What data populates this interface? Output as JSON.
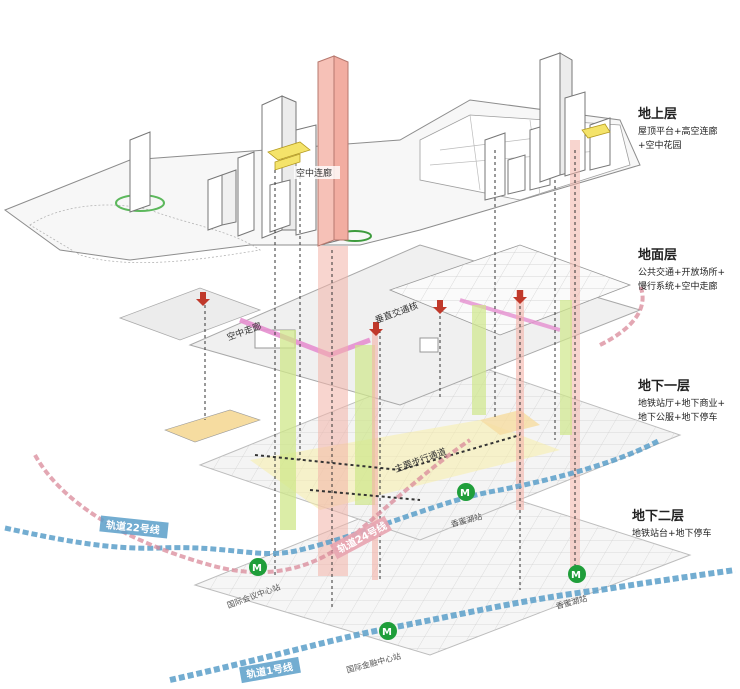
{
  "layers": [
    {
      "id": "above",
      "title": "地上层",
      "desc1": "屋顶平台+高空连廊",
      "desc2": "+空中花园"
    },
    {
      "id": "ground",
      "title": "地面层",
      "desc1": "公共交通+开放场所+",
      "desc2": "慢行系统+空中走廊"
    },
    {
      "id": "b1",
      "title": "地下一层",
      "desc1": "地铁站厅+地下商业+",
      "desc2": "地下公服+地下停车"
    },
    {
      "id": "b2",
      "title": "地下二层",
      "desc1": "地铁站台+地下停车",
      "desc2": ""
    }
  ],
  "tags": {
    "sky_corridor_top": "空中连廊",
    "sky_corridor_ground": "空中走廊",
    "vertical_core": "垂直交通核",
    "main_walkway": "主要步行通道"
  },
  "rail_lines": {
    "line22": "轨道22号线",
    "line24": "轨道24号线",
    "line1": "轨道1号线"
  },
  "stations": {
    "s1": "国际会议中心站",
    "s2": "香蜜湖站",
    "s3": "国际金融中心站",
    "s4": "香蜜湖站"
  },
  "colors": {
    "metro_green": "#1f9e3a",
    "line_blue": "#5b9fc9",
    "line_pink": "#d98a9a",
    "vertical_red": "#f3b2a8",
    "vertical_green": "#cfe78a",
    "corridor_pink": "#e58fcf",
    "highlight_yellow": "#f4e88a",
    "arrow_red": "#c0392b"
  }
}
